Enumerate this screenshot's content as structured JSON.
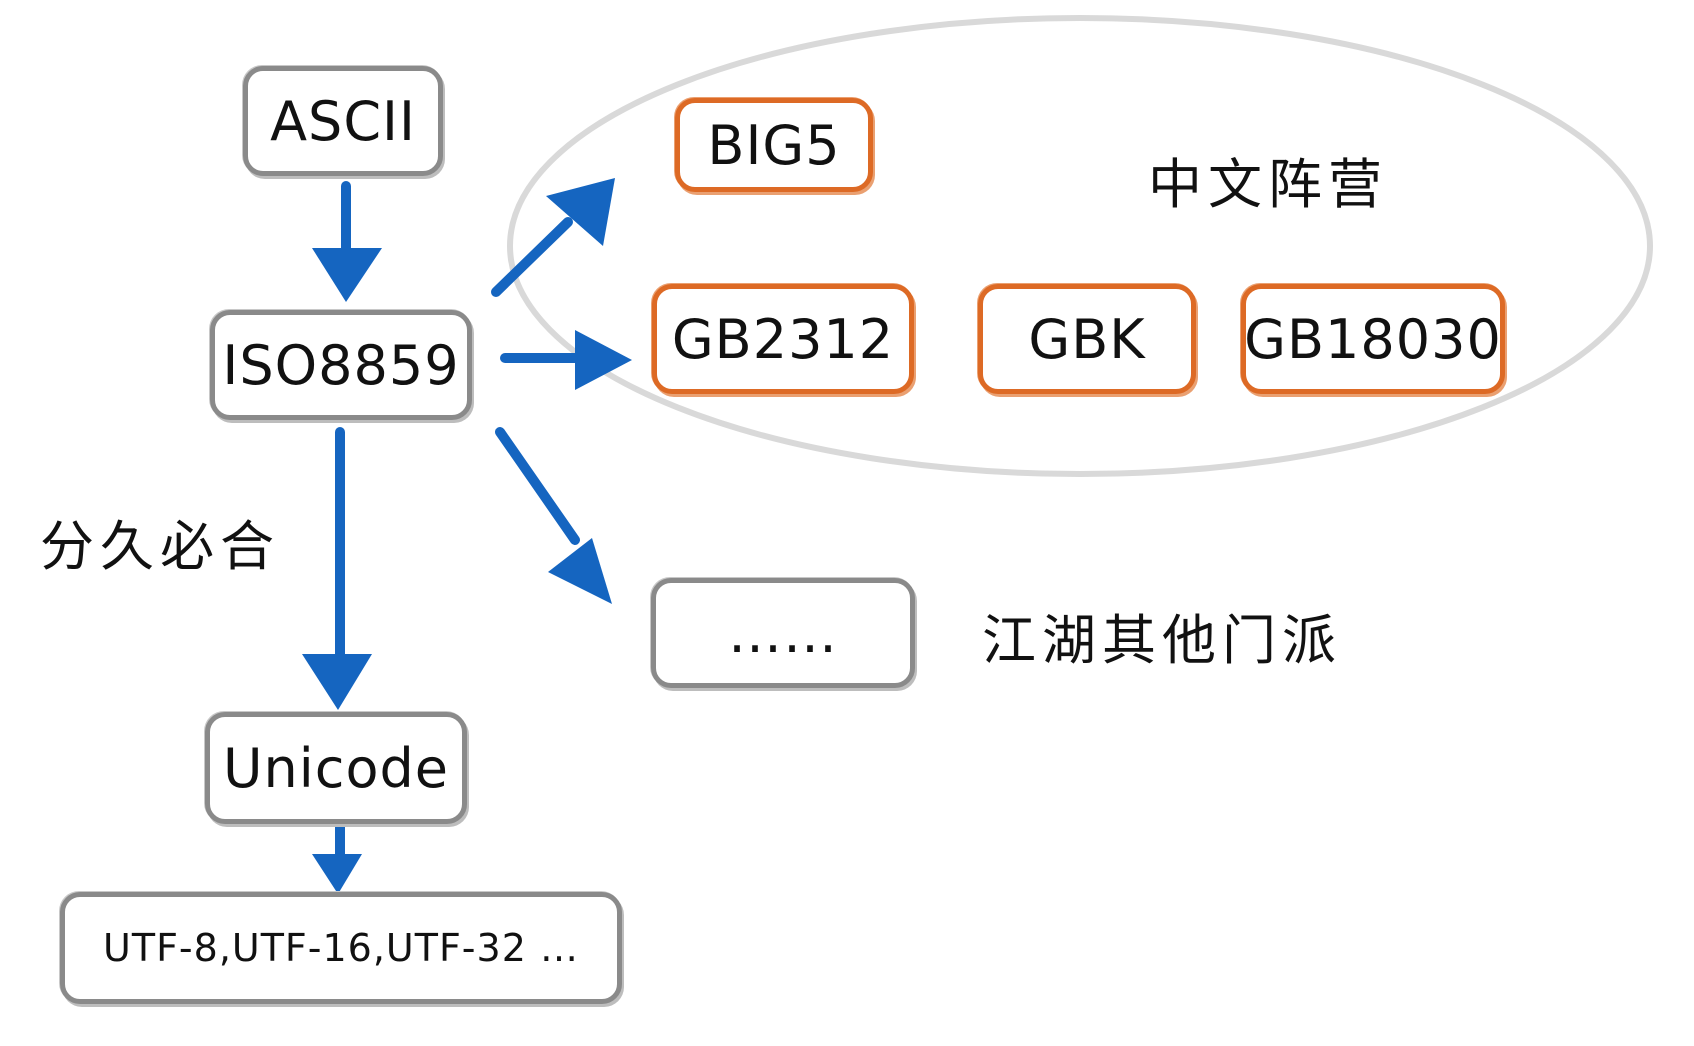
{
  "nodes": {
    "ascii": "ASCII",
    "iso8859": "ISO8859",
    "unicode": "Unicode",
    "utf": "UTF-8,UTF-16,UTF-32 …",
    "big5": "BIG5",
    "gb2312": "GB2312",
    "gbk": "GBK",
    "gb18030": "GB18030",
    "others": "……"
  },
  "labels": {
    "chinese_camp": "中文阵营",
    "unify": "分久必合",
    "other_sects": "江湖其他门派"
  },
  "colors": {
    "arrow": "#1565c0",
    "gray_border": "#8a8a8a",
    "orange_border": "#dd6a25",
    "ellipse": "#d9d9d9"
  }
}
